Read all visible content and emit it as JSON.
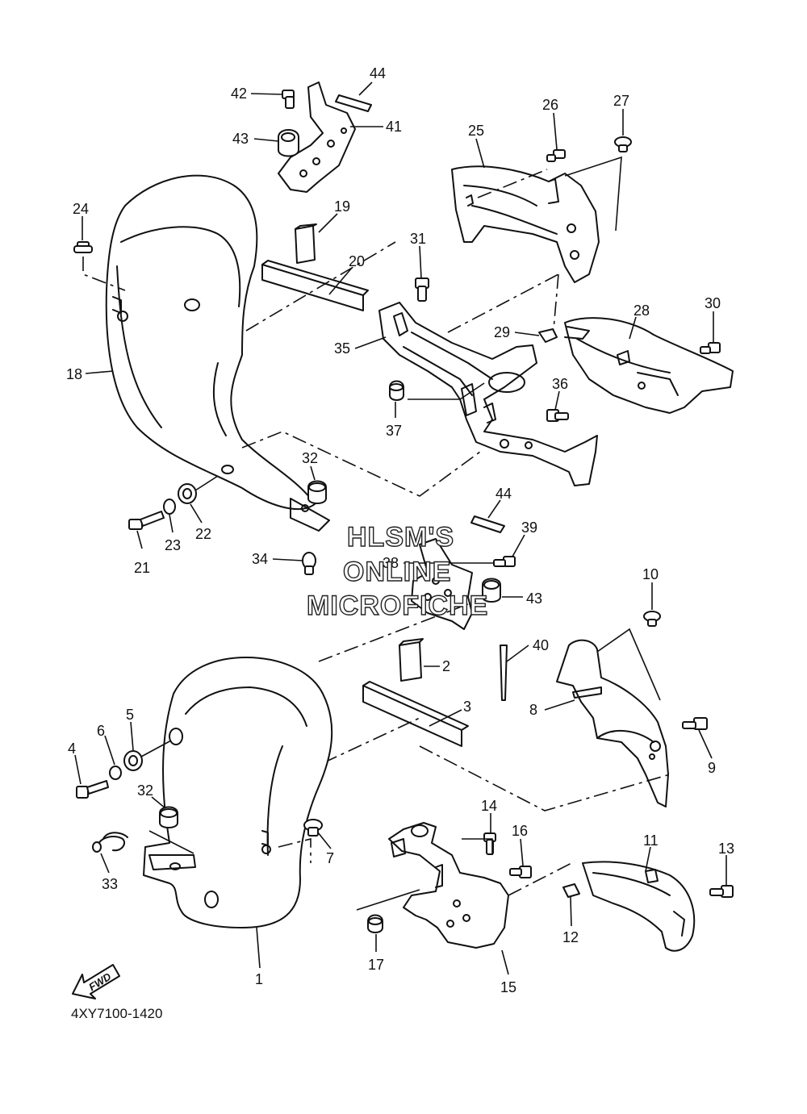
{
  "diagram": {
    "callouts": {
      "p1": "1",
      "p2": "2",
      "p3": "3",
      "p4": "4",
      "p5": "5",
      "p6": "6",
      "p7": "7",
      "p8": "8",
      "p9": "9",
      "p10": "10",
      "p11": "11",
      "p12": "12",
      "p13": "13",
      "p14": "14",
      "p15": "15",
      "p16": "16",
      "p17": "17",
      "p18": "18",
      "p19": "19",
      "p20": "20",
      "p21": "21",
      "p22": "22",
      "p23": "23",
      "p24": "24",
      "p25": "25",
      "p26": "26",
      "p27": "27",
      "p28": "28",
      "p29": "29",
      "p30": "30",
      "p31": "31",
      "p32a": "32",
      "p32b": "32",
      "p33": "33",
      "p34": "34",
      "p35": "35",
      "p36": "36",
      "p37": "37",
      "p38": "38",
      "p39": "39",
      "p40": "40",
      "p41": "41",
      "p42": "42",
      "p43a": "43",
      "p43b": "43",
      "p44a": "44",
      "p44b": "44"
    },
    "watermark": {
      "line1": "HLSM'S",
      "line2": "ONLINE",
      "line3": "MICROFICHE"
    },
    "fwd_label": "FWD",
    "drawing_code": "4XY7100-1420",
    "colors": {
      "ink": "#111111",
      "background": "#ffffff"
    }
  }
}
